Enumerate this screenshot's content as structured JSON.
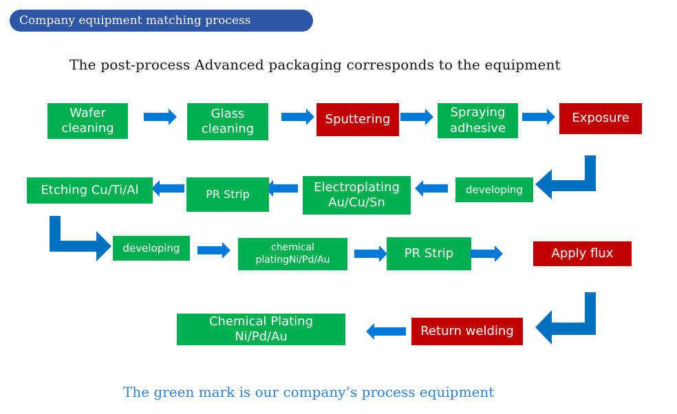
{
  "header": {
    "title": "Company equipment matching process",
    "subtitle": "The post-process Advanced packaging  corresponds to the equipment"
  },
  "legend_note": "The green mark is our company’s process equipment",
  "colors": {
    "company_equipment": "#00b050",
    "other_equipment": "#c00000",
    "arrow": "#0078d7",
    "bent_arrow": "#0070c0",
    "title_bg": "#2e56a6",
    "footer_text": "#2f7fd0"
  },
  "steps": [
    {
      "line1": "Wafer",
      "line2": "cleaning",
      "type": "company"
    },
    {
      "line1": "Glass",
      "line2": "cleaning",
      "type": "company"
    },
    {
      "line1": "Sputtering",
      "line2": "",
      "type": "other"
    },
    {
      "line1": "Spraying",
      "line2": "adhesive",
      "type": "company"
    },
    {
      "line1": "Exposure",
      "line2": "",
      "type": "other"
    },
    {
      "line1": "developing",
      "line2": "",
      "type": "company"
    },
    {
      "line1": "Electroplating",
      "line2": "Au/Cu/Sn",
      "type": "company"
    },
    {
      "line1": "PR Strip",
      "line2": "",
      "type": "company"
    },
    {
      "line1": "Etching Cu/Ti/Al",
      "line2": "",
      "type": "company"
    },
    {
      "line1": "developing",
      "line2": "",
      "type": "company"
    },
    {
      "line1": "chemical",
      "line2": "platingNi/Pd/Au",
      "type": "company"
    },
    {
      "line1": "PR Strip",
      "line2": "",
      "type": "company"
    },
    {
      "line1": "Apply flux",
      "line2": "",
      "type": "other"
    },
    {
      "line1": "Return welding",
      "line2": "",
      "type": "other"
    },
    {
      "line1": "Chemical Plating",
      "line2": "Ni/Pd/Au",
      "type": "company"
    }
  ]
}
